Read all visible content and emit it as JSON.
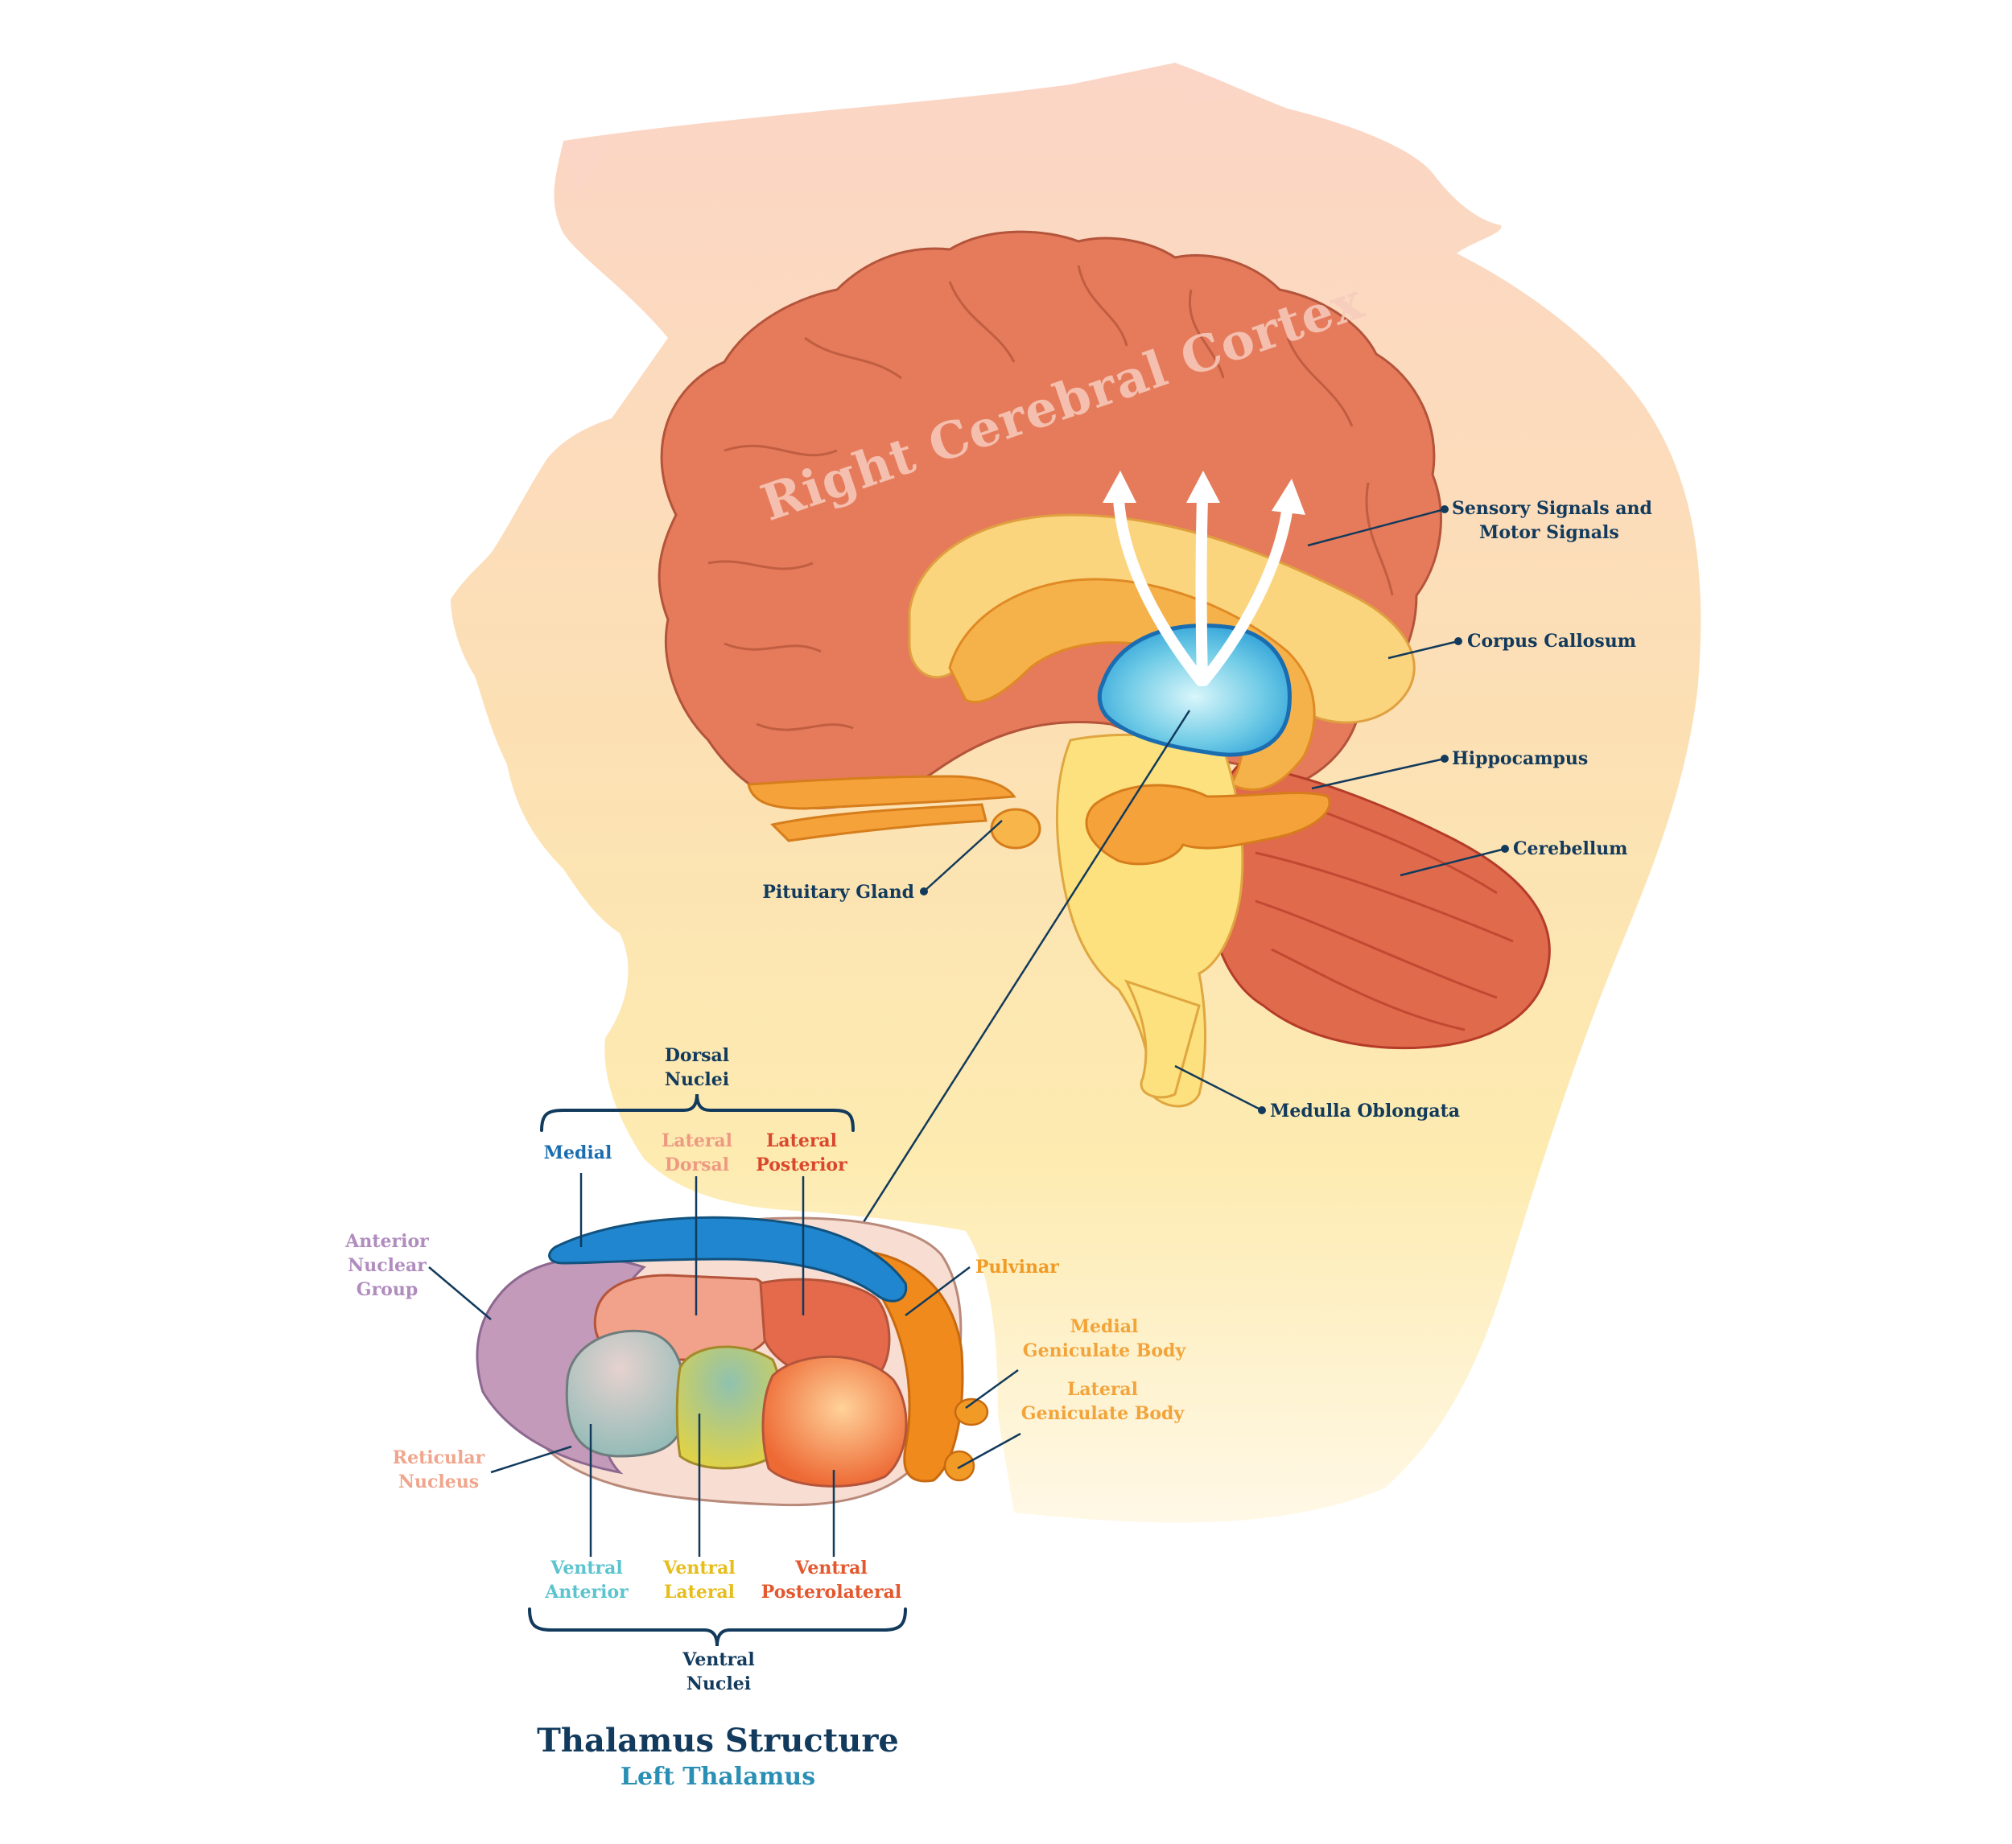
{
  "brain": {
    "cortex_label": "Right Cerebral Cortex",
    "labels": {
      "sensory_motor": [
        "Sensory Signals and",
        "Motor Signals"
      ],
      "corpus_callosum": "Corpus Callosum",
      "hippocampus": "Hippocampus",
      "cerebellum": "Cerebellum",
      "pituitary_gland": "Pituitary Gland",
      "medulla_oblongata": "Medulla Oblongata"
    }
  },
  "thalamus": {
    "dorsal_nuclei": [
      "Dorsal",
      "Nuclei"
    ],
    "ventral_nuclei": [
      "Ventral",
      "Nuclei"
    ],
    "medial": "Medial",
    "lateral_dorsal": [
      "Lateral",
      "Dorsal"
    ],
    "lateral_posterior": [
      "Lateral",
      "Posterior"
    ],
    "anterior_nuclear_group": [
      "Anterior",
      "Nuclear",
      "Group"
    ],
    "pulvinar": "Pulvinar",
    "medial_geniculate_body": [
      "Medial",
      "Geniculate Body"
    ],
    "lateral_geniculate_body": [
      "Lateral",
      "Geniculate Body"
    ],
    "reticular_nucleus": [
      "Reticular",
      "Nucleus"
    ],
    "ventral_anterior": [
      "Ventral",
      "Anterior"
    ],
    "ventral_lateral": [
      "Ventral",
      "Lateral"
    ],
    "ventral_posterolateral": [
      "Ventral",
      "Posterolateral"
    ]
  },
  "caption": {
    "title": "Thalamus Structure",
    "subtitle": "Left Thalamus"
  },
  "colors": {
    "navy": "#123a5c",
    "medial": "#1a6db0",
    "lateral_dorsal": "#ee9a82",
    "lateral_posterior": "#d9472c",
    "anterior": "#b08cbf",
    "pulvinar": "#f19a25",
    "geniculate": "#f2a43a",
    "reticular": "#f0a58c",
    "ventral_anterior": "#5cc4cf",
    "ventral_lateral": "#e6be1c",
    "ventral_posterolateral": "#e3582e",
    "subtitle": "#2a8fb5"
  }
}
